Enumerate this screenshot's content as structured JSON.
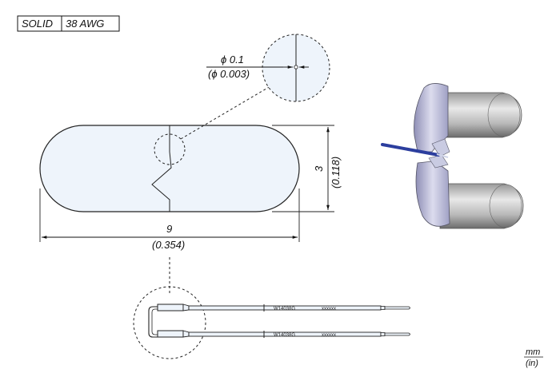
{
  "spec": {
    "type": "SOLID",
    "gauge": "38 AWG"
  },
  "detail": {
    "diameter_mm": "ϕ 0.1",
    "diameter_in": "(ϕ 0.003)"
  },
  "dimensions": {
    "width_mm": "9",
    "width_in": "(0.354)",
    "height_mm": "3",
    "height_in": "(0.118)"
  },
  "tips": {
    "upper_marking": "W14038G",
    "lower_marking": "W14038G"
  },
  "units": {
    "primary": "mm",
    "secondary": "(in)"
  },
  "colors": {
    "fill": "#eef4fb",
    "line": "#222222",
    "wire": "#2c3e9e"
  }
}
